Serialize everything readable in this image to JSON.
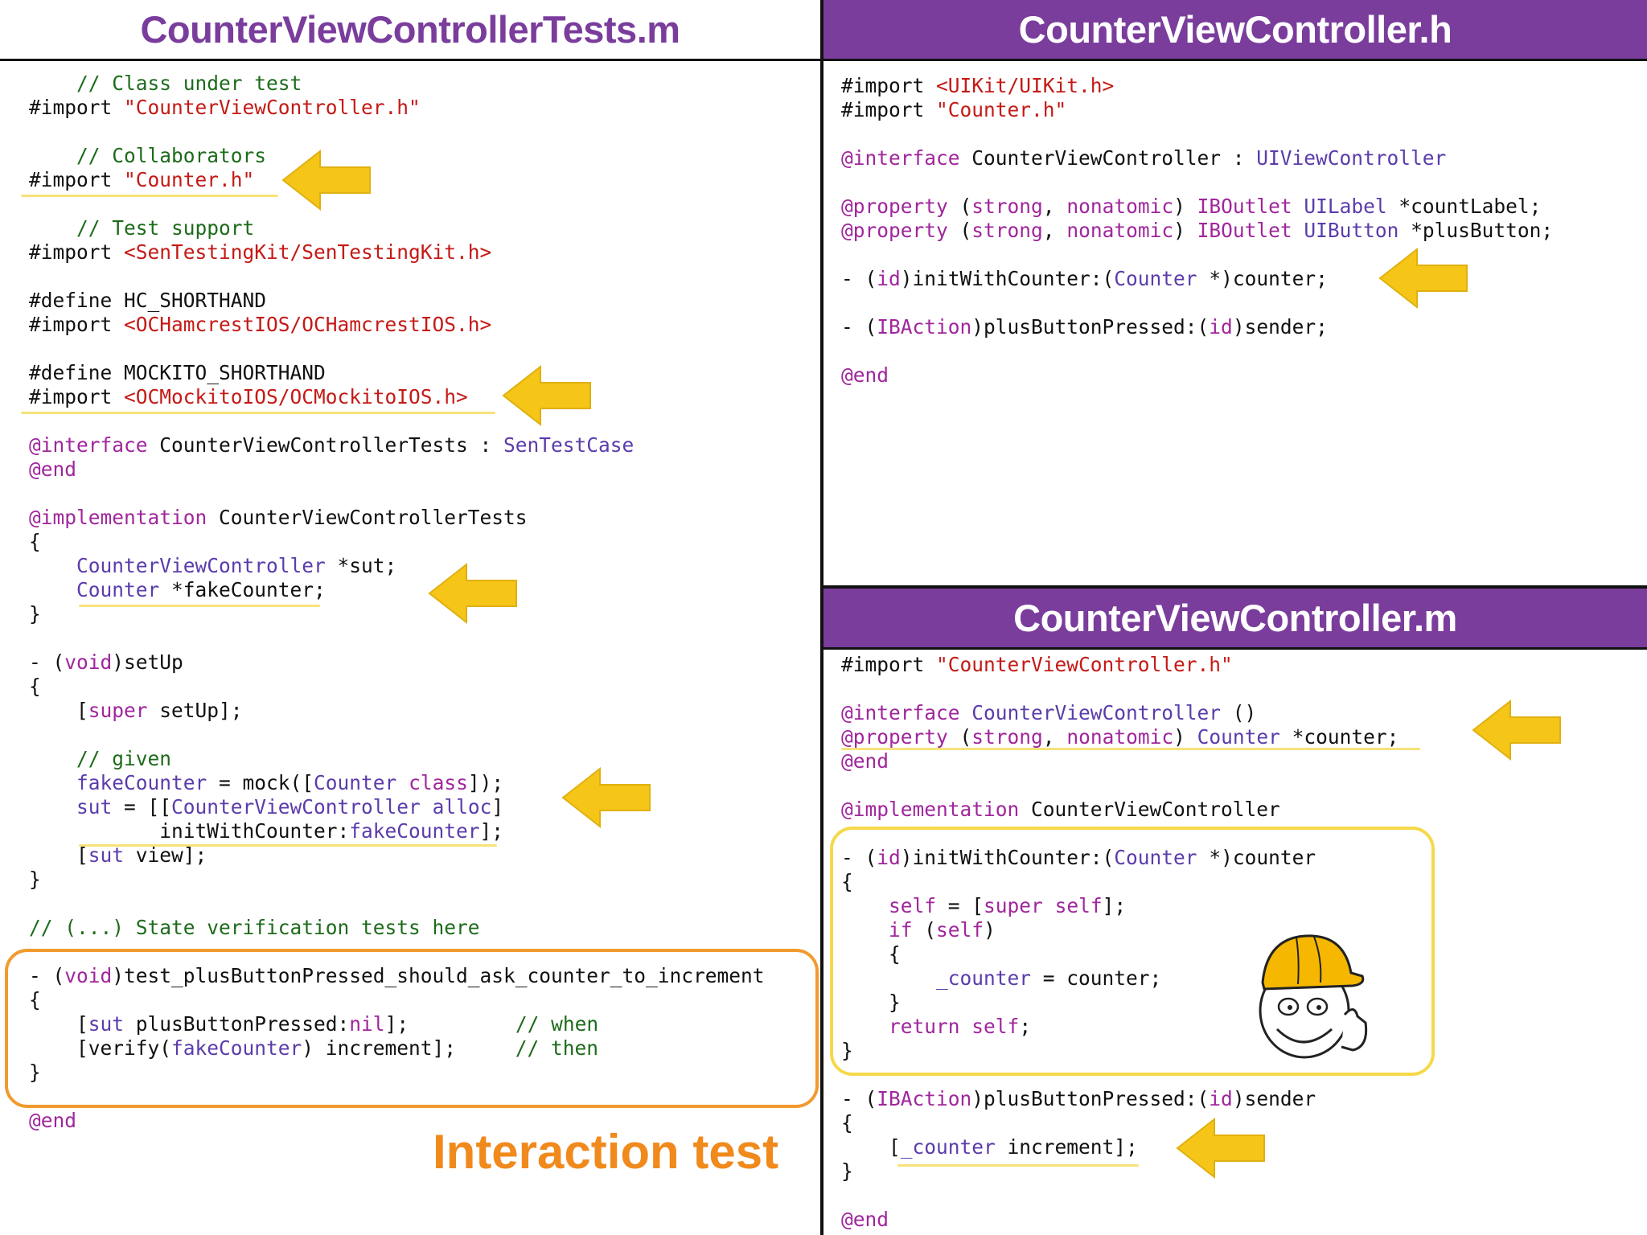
{
  "left_panel": {
    "title": "CounterViewControllerTests.m",
    "lines": [
      [
        {
          "t": "    "
        },
        {
          "t": "// Class under test",
          "c": "cm"
        }
      ],
      [
        {
          "t": "#import "
        },
        {
          "t": "\"CounterViewController.h\"",
          "c": "str"
        }
      ],
      [
        {
          "t": ""
        }
      ],
      [
        {
          "t": "    "
        },
        {
          "t": "// Collaborators",
          "c": "cm"
        }
      ],
      [
        {
          "t": "#import "
        },
        {
          "t": "\"Counter.h\"",
          "c": "str"
        }
      ],
      [
        {
          "t": ""
        }
      ],
      [
        {
          "t": "    "
        },
        {
          "t": "// Test support",
          "c": "cm"
        }
      ],
      [
        {
          "t": "#import "
        },
        {
          "t": "<SenTestingKit/SenTestingKit.h>",
          "c": "str"
        }
      ],
      [
        {
          "t": ""
        }
      ],
      [
        {
          "t": "#define HC_SHORTHAND"
        }
      ],
      [
        {
          "t": "#import "
        },
        {
          "t": "<OCHamcrestIOS/OCHamcrestIOS.h>",
          "c": "str"
        }
      ],
      [
        {
          "t": ""
        }
      ],
      [
        {
          "t": "#define MOCKITO_SHORTHAND"
        }
      ],
      [
        {
          "t": "#import "
        },
        {
          "t": "<OCMockitoIOS/OCMockitoIOS.h>",
          "c": "str"
        }
      ],
      [
        {
          "t": ""
        }
      ],
      [
        {
          "t": "@interface",
          "c": "kw"
        },
        {
          "t": " CounterViewControllerTests : "
        },
        {
          "t": "SenTestCase",
          "c": "ty"
        }
      ],
      [
        {
          "t": "@end",
          "c": "kw"
        }
      ],
      [
        {
          "t": ""
        }
      ],
      [
        {
          "t": "@implementation",
          "c": "kw"
        },
        {
          "t": " CounterViewControllerTests"
        }
      ],
      [
        {
          "t": "{"
        }
      ],
      [
        {
          "t": "    "
        },
        {
          "t": "CounterViewController",
          "c": "ty"
        },
        {
          "t": " *sut;"
        }
      ],
      [
        {
          "t": "    "
        },
        {
          "t": "Counter",
          "c": "ty"
        },
        {
          "t": " *fakeCounter;"
        }
      ],
      [
        {
          "t": "}"
        }
      ],
      [
        {
          "t": ""
        }
      ],
      [
        {
          "t": "- ("
        },
        {
          "t": "void",
          "c": "kw"
        },
        {
          "t": ")setUp"
        }
      ],
      [
        {
          "t": "{"
        }
      ],
      [
        {
          "t": "    ["
        },
        {
          "t": "super",
          "c": "kw"
        },
        {
          "t": " setUp];"
        }
      ],
      [
        {
          "t": ""
        }
      ],
      [
        {
          "t": "    "
        },
        {
          "t": "// given",
          "c": "cm"
        }
      ],
      [
        {
          "t": "    "
        },
        {
          "t": "fakeCounter",
          "c": "ty"
        },
        {
          "t": " = mock(["
        },
        {
          "t": "Counter",
          "c": "ty"
        },
        {
          "t": " "
        },
        {
          "t": "class",
          "c": "kw"
        },
        {
          "t": "]);"
        }
      ],
      [
        {
          "t": "    "
        },
        {
          "t": "sut",
          "c": "ty"
        },
        {
          "t": " = [["
        },
        {
          "t": "CounterViewController",
          "c": "ty"
        },
        {
          "t": " "
        },
        {
          "t": "alloc",
          "c": "ty"
        },
        {
          "t": "]"
        }
      ],
      [
        {
          "t": "           initWithCounter:"
        },
        {
          "t": "fakeCounter",
          "c": "ty"
        },
        {
          "t": "];"
        }
      ],
      [
        {
          "t": "    ["
        },
        {
          "t": "sut",
          "c": "ty"
        },
        {
          "t": " view];"
        }
      ],
      [
        {
          "t": "}"
        }
      ],
      [
        {
          "t": ""
        }
      ],
      [
        {
          "t": "// (...) State verification tests here",
          "c": "cm"
        }
      ],
      [
        {
          "t": ""
        }
      ],
      [
        {
          "t": "- ("
        },
        {
          "t": "void",
          "c": "kw"
        },
        {
          "t": ")test_plusButtonPressed_should_ask_counter_to_increment"
        }
      ],
      [
        {
          "t": "{"
        }
      ],
      [
        {
          "t": "    ["
        },
        {
          "t": "sut",
          "c": "ty"
        },
        {
          "t": " plusButtonPressed:"
        },
        {
          "t": "nil",
          "c": "kw"
        },
        {
          "t": "];         "
        },
        {
          "t": "// when",
          "c": "cm"
        }
      ],
      [
        {
          "t": "    [verify("
        },
        {
          "t": "fakeCounter",
          "c": "ty"
        },
        {
          "t": ") increment];     "
        },
        {
          "t": "// then",
          "c": "cm"
        }
      ],
      [
        {
          "t": "}"
        }
      ],
      [
        {
          "t": ""
        }
      ],
      [
        {
          "t": "@end",
          "c": "kw"
        }
      ]
    ]
  },
  "right_top_panel": {
    "title": "CounterViewController.h",
    "lines": [
      [
        {
          "t": "#import "
        },
        {
          "t": "<UIKit/UIKit.h>",
          "c": "str"
        }
      ],
      [
        {
          "t": "#import "
        },
        {
          "t": "\"Counter.h\"",
          "c": "str"
        }
      ],
      [
        {
          "t": ""
        }
      ],
      [
        {
          "t": "@interface",
          "c": "kw"
        },
        {
          "t": " CounterViewController : "
        },
        {
          "t": "UIViewController",
          "c": "ty"
        }
      ],
      [
        {
          "t": ""
        }
      ],
      [
        {
          "t": "@property",
          "c": "kw"
        },
        {
          "t": " ("
        },
        {
          "t": "strong",
          "c": "kw"
        },
        {
          "t": ", "
        },
        {
          "t": "nonatomic",
          "c": "kw"
        },
        {
          "t": ") "
        },
        {
          "t": "IBOutlet",
          "c": "kw"
        },
        {
          "t": " "
        },
        {
          "t": "UILabel",
          "c": "ty"
        },
        {
          "t": " *countLabel;"
        }
      ],
      [
        {
          "t": "@property",
          "c": "kw"
        },
        {
          "t": " ("
        },
        {
          "t": "strong",
          "c": "kw"
        },
        {
          "t": ", "
        },
        {
          "t": "nonatomic",
          "c": "kw"
        },
        {
          "t": ") "
        },
        {
          "t": "IBOutlet",
          "c": "kw"
        },
        {
          "t": " "
        },
        {
          "t": "UIButton",
          "c": "ty"
        },
        {
          "t": " *plusButton;"
        }
      ],
      [
        {
          "t": ""
        }
      ],
      [
        {
          "t": "- ("
        },
        {
          "t": "id",
          "c": "kw"
        },
        {
          "t": ")initWithCounter:("
        },
        {
          "t": "Counter",
          "c": "ty"
        },
        {
          "t": " *)counter;"
        }
      ],
      [
        {
          "t": ""
        }
      ],
      [
        {
          "t": "- ("
        },
        {
          "t": "IBAction",
          "c": "kw"
        },
        {
          "t": ")plusButtonPressed:("
        },
        {
          "t": "id",
          "c": "kw"
        },
        {
          "t": ")sender;"
        }
      ],
      [
        {
          "t": ""
        }
      ],
      [
        {
          "t": "@end",
          "c": "kw"
        }
      ]
    ]
  },
  "right_bottom_panel": {
    "title": "CounterViewController.m",
    "lines": [
      [
        {
          "t": "#import "
        },
        {
          "t": "\"CounterViewController.h\"",
          "c": "str"
        }
      ],
      [
        {
          "t": ""
        }
      ],
      [
        {
          "t": "@interface",
          "c": "kw"
        },
        {
          "t": " "
        },
        {
          "t": "CounterViewController",
          "c": "ty"
        },
        {
          "t": " ()"
        }
      ],
      [
        {
          "t": "@property",
          "c": "kw"
        },
        {
          "t": " ("
        },
        {
          "t": "strong",
          "c": "kw"
        },
        {
          "t": ", "
        },
        {
          "t": "nonatomic",
          "c": "kw"
        },
        {
          "t": ") "
        },
        {
          "t": "Counter",
          "c": "ty"
        },
        {
          "t": " *counter;"
        }
      ],
      [
        {
          "t": "@end",
          "c": "kw"
        }
      ],
      [
        {
          "t": ""
        }
      ],
      [
        {
          "t": "@implementation",
          "c": "kw"
        },
        {
          "t": " CounterViewController"
        }
      ],
      [
        {
          "t": ""
        }
      ],
      [
        {
          "t": "- ("
        },
        {
          "t": "id",
          "c": "kw"
        },
        {
          "t": ")initWithCounter:("
        },
        {
          "t": "Counter",
          "c": "ty"
        },
        {
          "t": " *)counter"
        }
      ],
      [
        {
          "t": "{"
        }
      ],
      [
        {
          "t": "    "
        },
        {
          "t": "self",
          "c": "kw"
        },
        {
          "t": " = ["
        },
        {
          "t": "super",
          "c": "kw"
        },
        {
          "t": " "
        },
        {
          "t": "self",
          "c": "kw"
        },
        {
          "t": "];"
        }
      ],
      [
        {
          "t": "    "
        },
        {
          "t": "if",
          "c": "kw"
        },
        {
          "t": " ("
        },
        {
          "t": "self",
          "c": "kw"
        },
        {
          "t": ")"
        }
      ],
      [
        {
          "t": "    {"
        }
      ],
      [
        {
          "t": "        "
        },
        {
          "t": "_counter",
          "c": "ty"
        },
        {
          "t": " = counter;"
        }
      ],
      [
        {
          "t": "    }"
        }
      ],
      [
        {
          "t": "    "
        },
        {
          "t": "return",
          "c": "kw"
        },
        {
          "t": " "
        },
        {
          "t": "self",
          "c": "kw"
        },
        {
          "t": ";"
        }
      ],
      [
        {
          "t": "}"
        }
      ],
      [
        {
          "t": ""
        }
      ],
      [
        {
          "t": "- ("
        },
        {
          "t": "IBAction",
          "c": "kw"
        },
        {
          "t": ")plusButtonPressed:("
        },
        {
          "t": "id",
          "c": "kw"
        },
        {
          "t": ")sender"
        }
      ],
      [
        {
          "t": "{"
        }
      ],
      [
        {
          "t": "    ["
        },
        {
          "t": "_counter",
          "c": "ty"
        },
        {
          "t": " increment];"
        }
      ],
      [
        {
          "t": "}"
        }
      ],
      [
        {
          "t": ""
        }
      ],
      [
        {
          "t": "@end",
          "c": "kw"
        }
      ]
    ]
  },
  "annotation": {
    "label": "Interaction test"
  },
  "icons": {
    "arrow": "yellow-arrow-left-icon",
    "mascot": "construction-helmet-thumbs-up-icon"
  },
  "colors": {
    "purple": "#7a3d9c",
    "orange": "#f08a1c",
    "yellow": "#f5c518"
  }
}
